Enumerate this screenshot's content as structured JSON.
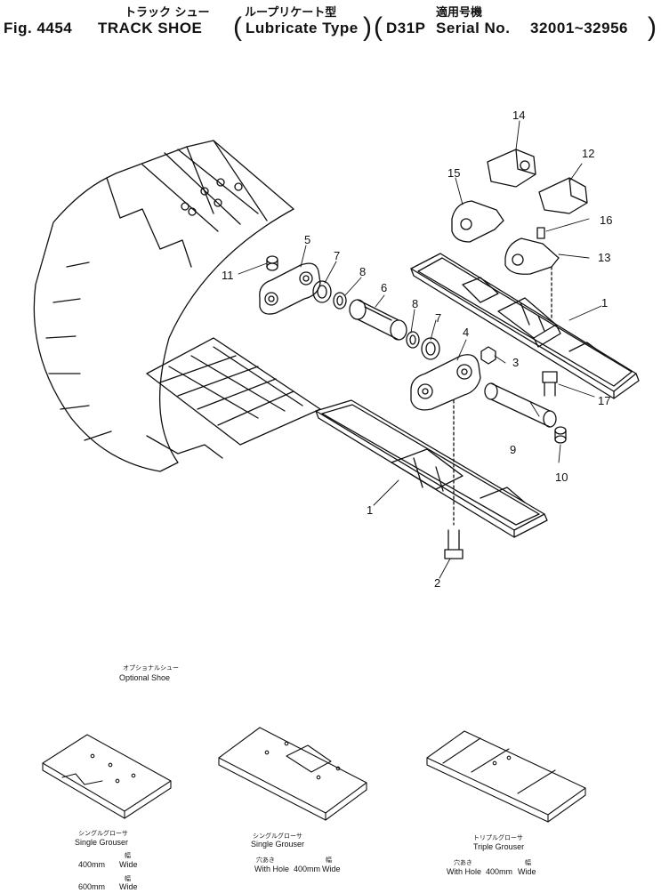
{
  "header": {
    "jp_title": "トラック シュー",
    "jp_type": "ループリケート型",
    "jp_applicable": "適用号機",
    "fig": "Fig. 4454",
    "title": "TRACK SHOE",
    "paren_open": "(",
    "type": "Lubricate Type",
    "paren_close": ")",
    "model": "D31P",
    "serial_label": "Serial No.",
    "serial_range": "32001~32956"
  },
  "callouts": [
    "1",
    "1",
    "2",
    "3",
    "4",
    "5",
    "6",
    "7",
    "7",
    "8",
    "8",
    "9",
    "10",
    "11",
    "12",
    "13",
    "14",
    "15",
    "16",
    "17"
  ],
  "optional": {
    "jp_heading": "オプショナルシュー",
    "heading": "Optional Shoe",
    "shoes": [
      {
        "jp_name": "シングルグローサ",
        "name": "Single Grouser",
        "widths": [
          {
            "size": "400mm",
            "jp_label": "幅",
            "label": "Wide"
          },
          {
            "size": "600mm",
            "jp_label": "幅",
            "label": "Wide"
          }
        ]
      },
      {
        "jp_name": "シングルグローサ",
        "name": "Single Grouser",
        "jp_hole": "穴あき",
        "hole": "With Hole",
        "size": "400mm",
        "jp_label": "幅",
        "label": "Wide"
      },
      {
        "jp_name": "トリプルグローサ",
        "name": "Triple Grouser",
        "jp_hole": "穴あき",
        "hole": "With Hole",
        "size": "400mm",
        "jp_label": "幅",
        "label": "Wide"
      }
    ]
  }
}
